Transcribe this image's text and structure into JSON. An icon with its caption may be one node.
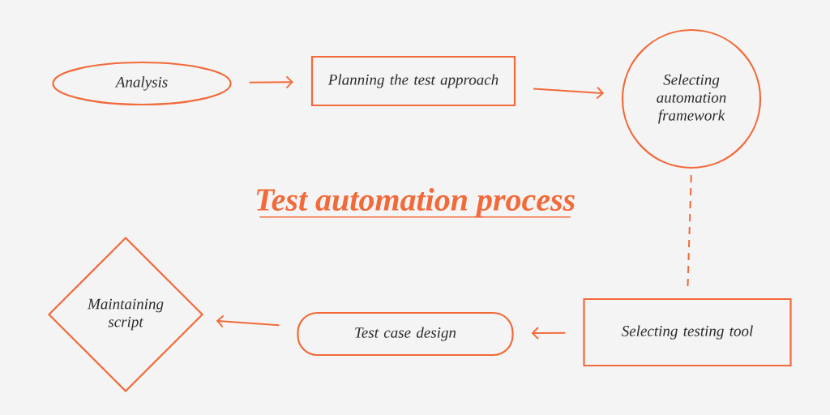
{
  "diagram": {
    "title": "Test automation process",
    "nodes": [
      {
        "text": [
          "Analysis"
        ]
      },
      {
        "text": [
          "Planning the test approach"
        ]
      },
      {
        "text": [
          "Selecting automation framework"
        ]
      },
      {
        "text": [
          "Selecting testing tool"
        ]
      },
      {
        "text": [
          "Test case design"
        ]
      },
      {
        "text": [
          "Maintaining script"
        ]
      }
    ],
    "edges": [
      {
        "from": 0,
        "to": 1,
        "arrow": "to"
      },
      {
        "from": 1,
        "to": 2,
        "arrow": "to"
      },
      {
        "from": 2,
        "to": 3,
        "arrow": "none",
        "style": "dashed"
      },
      {
        "from": 3,
        "to": 4,
        "arrow": "to"
      },
      {
        "from": 4,
        "to": 5,
        "arrow": "to"
      }
    ]
  }
}
